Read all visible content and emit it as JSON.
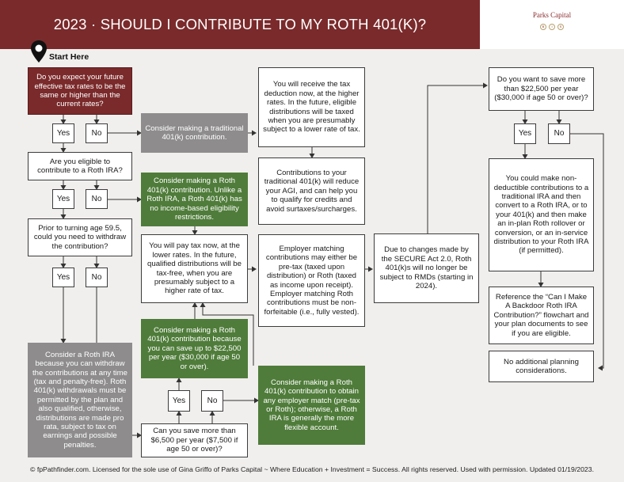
{
  "header": {
    "title": "2023 · SHOULD I CONTRIBUTE TO MY ROTH 401(K)?",
    "logo_text": "Parks Capital",
    "logo_mark": [
      "B",
      "I",
      "S"
    ]
  },
  "start": {
    "label": "Start Here"
  },
  "nodes": {
    "q1": "Do you expect your future effective tax rates to be the same or higher than the current rates?",
    "q1_yes": "Yes",
    "q1_no": "No",
    "traditional": "Consider making a traditional 401(k) contribution.",
    "deduction": "You will receive the tax deduction now, at the higher rates. In the future, eligible distributions will be taxed when you are presumably subject to a lower rate of tax.",
    "agi": "Contributions to your traditional 401(k) will reduce your AGI, and can help you to qualify for credits and avoid surtaxes/surcharges.",
    "q2": "Are you eligible to contribute to a Roth IRA?",
    "q2_yes": "Yes",
    "q2_no": "No",
    "roth_no_limit": "Consider making a Roth 401(k) contribution. Unlike a Roth IRA, a Roth 401(k) has no income-based eligibility restrictions.",
    "q3": "Prior to turning age 59.5, could you need to withdraw the contribution?",
    "q3_yes": "Yes",
    "q3_no": "No",
    "pay_tax_now": "You will pay tax now, at the lower rates. In the future, qualified distributions will be tax-free, when you are presumably subject to a higher rate of tax.",
    "matching": "Employer matching contributions may either be pre-tax (taxed upon distribution) or Roth (taxed as income upon receipt). Employer matching Roth contributions must be non-forfeitable (i.e., fully vested).",
    "secure": "Due to changes made by the SECURE Act 2.0, Roth 401(k)s will no longer be subject to RMDs (starting in 2024).",
    "q4": "Do you want to save more than $22,500 per year ($30,000 if age 50 or over)?",
    "q4_yes": "Yes",
    "q4_no": "No",
    "nondeductible": "You could make non-deductible contributions to a traditional IRA and then convert to a Roth IRA, or to your 401(k) and then make an in-plan Roth rollover or conversion, or an in-service distribution to your Roth IRA (if permitted).",
    "backdoor": "Reference the “Can I Make A Backdoor Roth IRA Contribution?” flowchart and your plan documents to see if you are eligible.",
    "no_planning": "No additional planning considerations.",
    "roth_ira": "Consider a Roth IRA because you can withdraw the contributions at any time (tax and penalty-free). Roth 401(k) withdrawals must be permitted by the plan and also qualified, otherwise, distributions are made pro rata, subject to tax on earnings and possible penalties.",
    "save_more_roth": "Consider making a Roth 401(k) contribution because you can save up to $22,500 per year ($30,000 if age 50 or over).",
    "q5_yes": "Yes",
    "q5_no": "No",
    "q5": "Can you save more than $6,500 per year ($7,500 if age 50 or over)?",
    "match_roth": "Consider making a Roth 401(k) contribution to obtain any employer match (pre-tax or Roth); otherwise, a Roth IRA is generally the more flexible account."
  },
  "footer": "© fpPathfinder.com. Licensed for the sole use of Gina Griffo of Parks Capital ~ Where Education + Investment = Success. All rights reserved. Used with permission. Updated 01/19/2023.",
  "colors": {
    "header": "#7a2a2b",
    "question": "#7a2a2b",
    "green": "#4f7c3a",
    "grey": "#8e8c8c",
    "background": "#f1efee"
  }
}
